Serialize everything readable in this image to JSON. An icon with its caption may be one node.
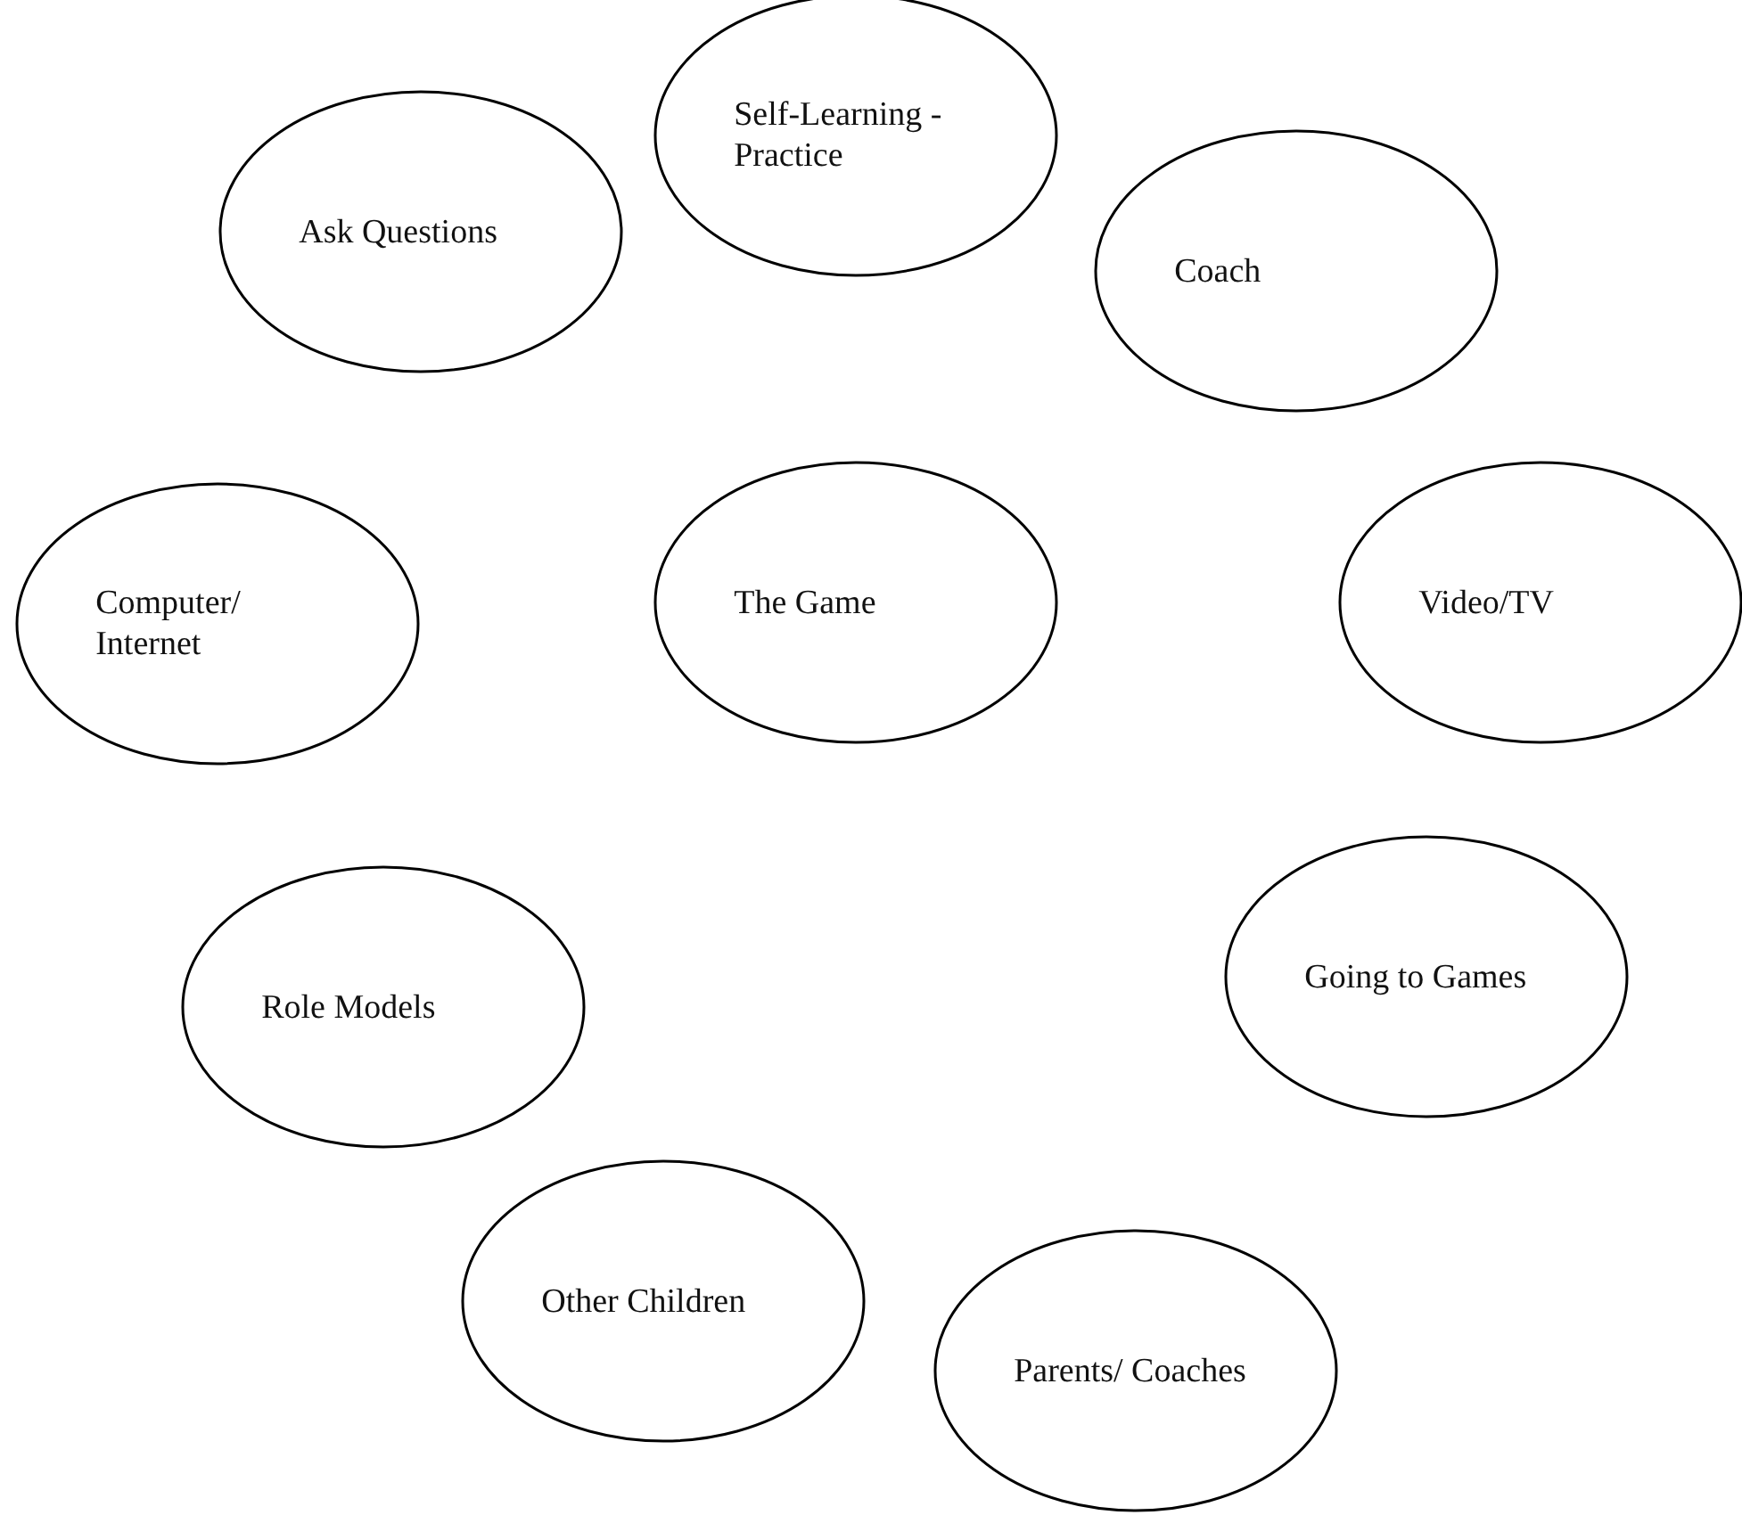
{
  "diagram": {
    "nodes": [
      {
        "text": [
          "Self-Learning - Practice"
        ]
      },
      {
        "text": [
          "Ask Questions"
        ]
      },
      {
        "text": [
          "Coach"
        ]
      },
      {
        "text": [
          "Computer/ Internet"
        ]
      },
      {
        "text": [
          "The Game"
        ]
      },
      {
        "text": [
          "Video/TV"
        ]
      },
      {
        "text": [
          "Role Models"
        ]
      },
      {
        "text": [
          "Going to Games"
        ]
      },
      {
        "text": [
          "Other Children"
        ]
      },
      {
        "text": [
          "Parents/ Coaches"
        ]
      }
    ]
  }
}
